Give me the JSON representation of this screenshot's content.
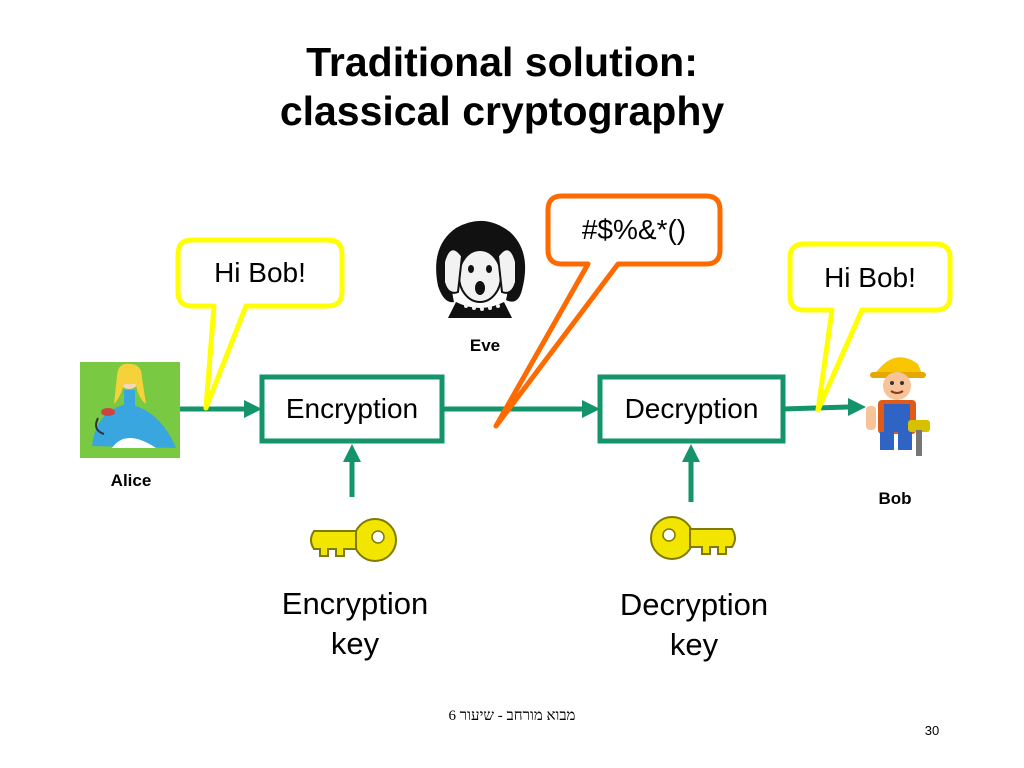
{
  "slide": {
    "title_line1": "Traditional solution:",
    "title_line2": "classical cryptography",
    "footer_text": "מבוא מורחב - שיעור 6",
    "page_number": "30"
  },
  "diagram": {
    "alice": {
      "name": "Alice",
      "icon": "alice-figure-icon",
      "message": "Hi Bob!"
    },
    "eve": {
      "name": "Eve",
      "icon": "eve-shocked-woman-icon",
      "intercepted": "#$%&*()"
    },
    "bob": {
      "name": "Bob",
      "icon": "bob-builder-icon",
      "message": "Hi Bob!"
    },
    "encryption": {
      "box_label": "Encryption",
      "key_label_line1": "Encryption",
      "key_label_line2": "key",
      "key_icon": "key-icon"
    },
    "decryption": {
      "box_label": "Decryption",
      "key_label_line1": "Decryption",
      "key_label_line2": "key",
      "key_icon": "key-icon"
    },
    "colors": {
      "arrow_green": "#14946a",
      "bubble_yellow": "#ffff00",
      "bubble_orange": "#ff6a00",
      "key_yellow": "#f2e600"
    }
  }
}
